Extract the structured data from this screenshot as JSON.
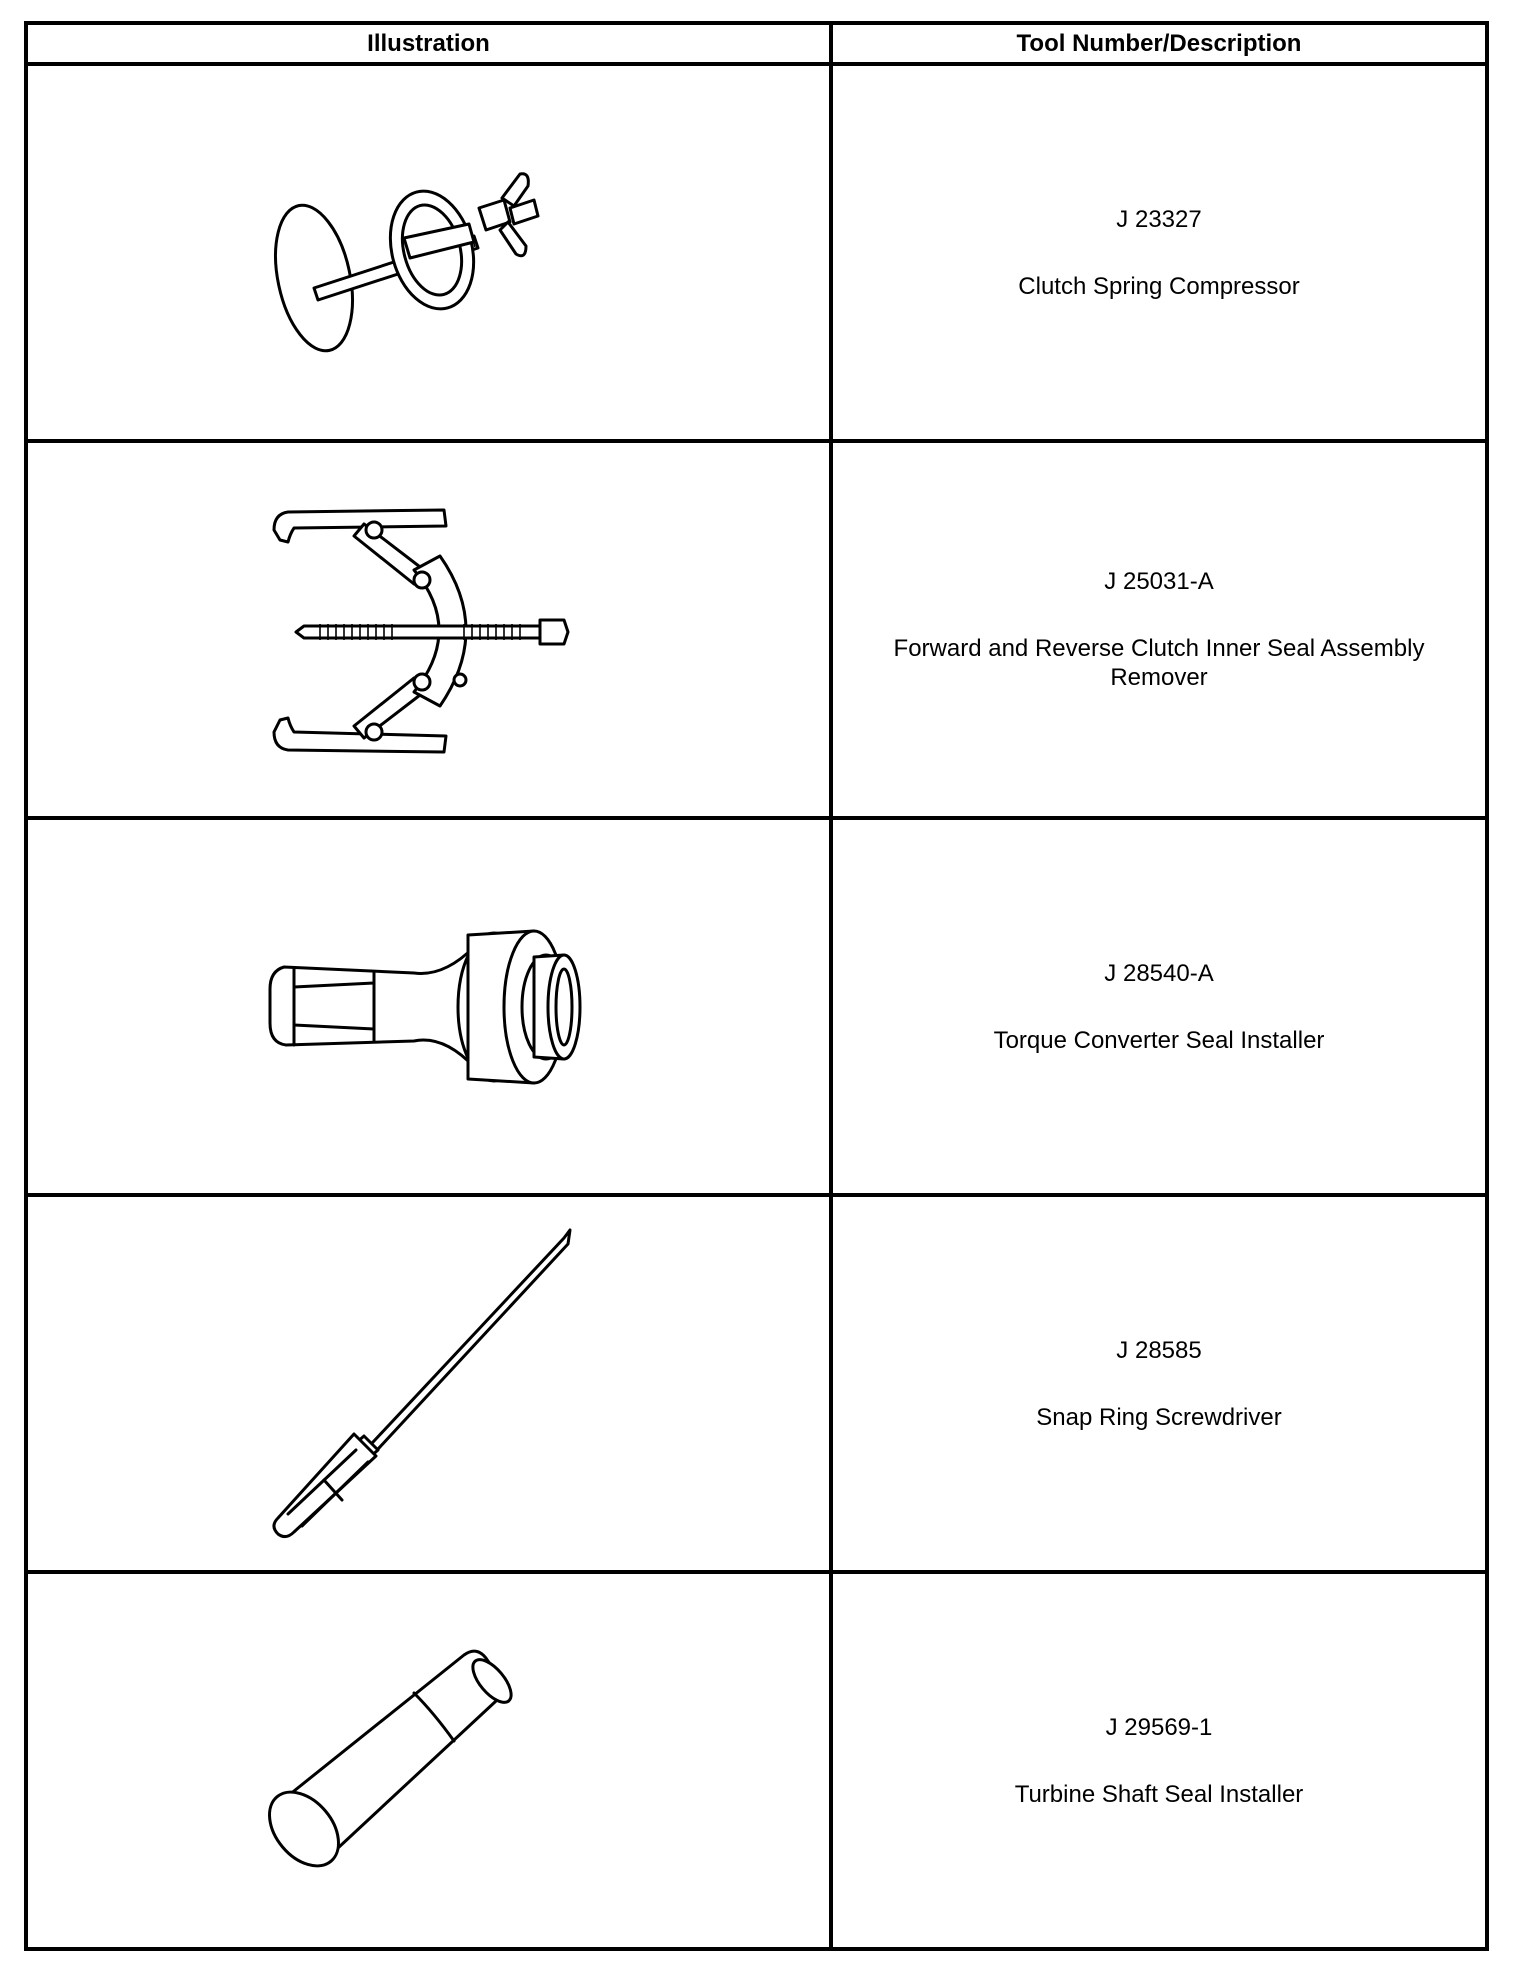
{
  "table": {
    "header": {
      "illustration": "Illustration",
      "tool_description": "Tool Number/Description"
    },
    "rows": [
      {
        "tool_number": "J 23327",
        "description": "Clutch Spring Compressor",
        "icon": "clutch-spring-compressor-icon"
      },
      {
        "tool_number": "J 25031-A",
        "description": "Forward and Reverse Clutch Inner Seal Assembly Remover",
        "icon": "seal-assembly-remover-icon"
      },
      {
        "tool_number": "J 28540-A",
        "description": "Torque Converter Seal Installer",
        "icon": "torque-converter-seal-installer-icon"
      },
      {
        "tool_number": "J 28585",
        "description": "Snap Ring Screwdriver",
        "icon": "snap-ring-screwdriver-icon"
      },
      {
        "tool_number": "J 29569-1",
        "description": "Turbine Shaft Seal Installer",
        "icon": "turbine-shaft-seal-installer-icon"
      }
    ]
  }
}
